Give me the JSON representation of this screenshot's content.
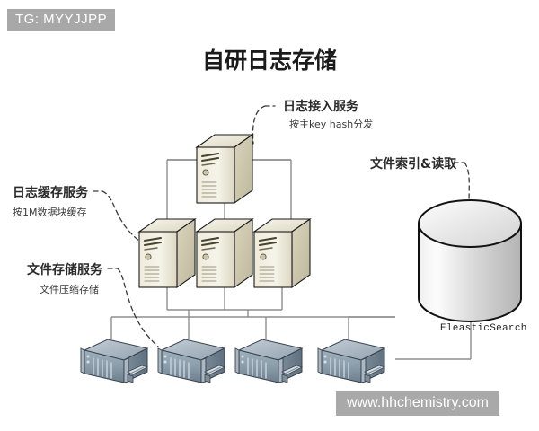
{
  "badge": {
    "text": "TG: MYYJJPP",
    "bg": "#a8a8a8",
    "fg": "#ffffff"
  },
  "title": "自研日志存储",
  "watermark": {
    "text": "www.hhchemistry.com",
    "bg": "#a9a9a9",
    "fg": "#ffffff"
  },
  "labels": {
    "ingest": {
      "main": "日志接入服务",
      "sub": "按主key hash分发"
    },
    "cache": {
      "main": "日志缓存服务",
      "sub": "按1M数据块缓存"
    },
    "filestore": {
      "main": "文件存储服务",
      "sub": "文件压缩存储"
    },
    "index": {
      "main": "文件索引&读取",
      "sub": ""
    }
  },
  "nodes": {
    "ingest_server": {
      "name": "日志接入服务",
      "icon": "server-tower-icon"
    },
    "cache_servers": [
      {
        "name": "日志缓存服务 1",
        "icon": "server-tower-icon"
      },
      {
        "name": "日志缓存服务 2",
        "icon": "server-tower-icon"
      },
      {
        "name": "日志缓存服务 3",
        "icon": "server-tower-icon"
      }
    ],
    "storage_units": [
      {
        "name": "文件存储服务 1",
        "icon": "rack-storage-icon"
      },
      {
        "name": "文件存储服务 2",
        "icon": "rack-storage-icon"
      },
      {
        "name": "文件存储服务 3",
        "icon": "rack-storage-icon"
      },
      {
        "name": "文件存储服务 4",
        "icon": "rack-storage-icon"
      }
    ],
    "database": {
      "caption": "EleasticSearch",
      "icon": "database-cylinder-icon"
    }
  },
  "colors": {
    "server_body": "#f2efe2",
    "server_side": "#cdc8ae",
    "server_top": "#e6e2cf",
    "server_stroke": "#1a1a1a",
    "rack_body": "#8a9aa8",
    "rack_top": "#aebbc6",
    "rack_stroke": "#333c45",
    "cylinder_light": "#fbfbfb",
    "cylinder_dark": "#b9b9b9",
    "connector": "#8d8d8d",
    "leader": "#3a3a3a"
  }
}
